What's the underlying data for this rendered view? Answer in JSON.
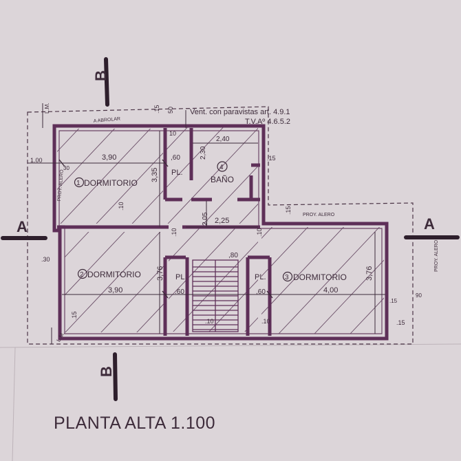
{
  "title": "PLANTA ALTA 1.100",
  "note_vent": "Vent. con paravistas art. 4.9.1",
  "note_tva": "T.V.Aº 4.6.5.2",
  "section_a_left": "A",
  "section_a_right": "A",
  "section_b_top": "B",
  "section_b_bottom": "B",
  "room1": {
    "number": "1",
    "name": "DORMITORIO"
  },
  "room2": {
    "number": "2",
    "name": "DORMITORIO"
  },
  "room3": {
    "number": "3",
    "name": "DORMITORIO"
  },
  "room4": {
    "number": "4",
    "name": "BAÑO"
  },
  "pl_labels": [
    "PL.",
    "PL.",
    "PL."
  ],
  "dims": {
    "d390_top": "3,90",
    "d390_bot": "3,90",
    "d400": "4,00",
    "d335": "3,35",
    "d376_left": "3,76",
    "d376_right": "3,76",
    "d240": "2,40",
    "d225": "2,25",
    "d230": "2,30",
    "d205": "2,05",
    "d060_a": ",60",
    "d060_b": ".60",
    "d060_c": ",60",
    "d080": ",80",
    "d100": "1.00",
    "d030": ".30",
    "d010_a": "10",
    "d010_b": ".10",
    "d010_c": ".10",
    "d010_d": ".10",
    "d010_e": ".10",
    "d010_f": ".10",
    "d015_a": ".15",
    "d015_b": ".15",
    "d015_c": ".15",
    "d015_d": ".15",
    "d015_e": ".15",
    "d015_f": ".15",
    "d050": "50",
    "d090": "90",
    "d030b": "30"
  },
  "lm_top": "L.M.",
  "lm_bottom": "L.M.",
  "alero_top": "A ABROLAR",
  "alero_left": "PROY. ALERO",
  "alero_mid": "PROY. ALERO",
  "alero_right": "PROY. ALERO"
}
